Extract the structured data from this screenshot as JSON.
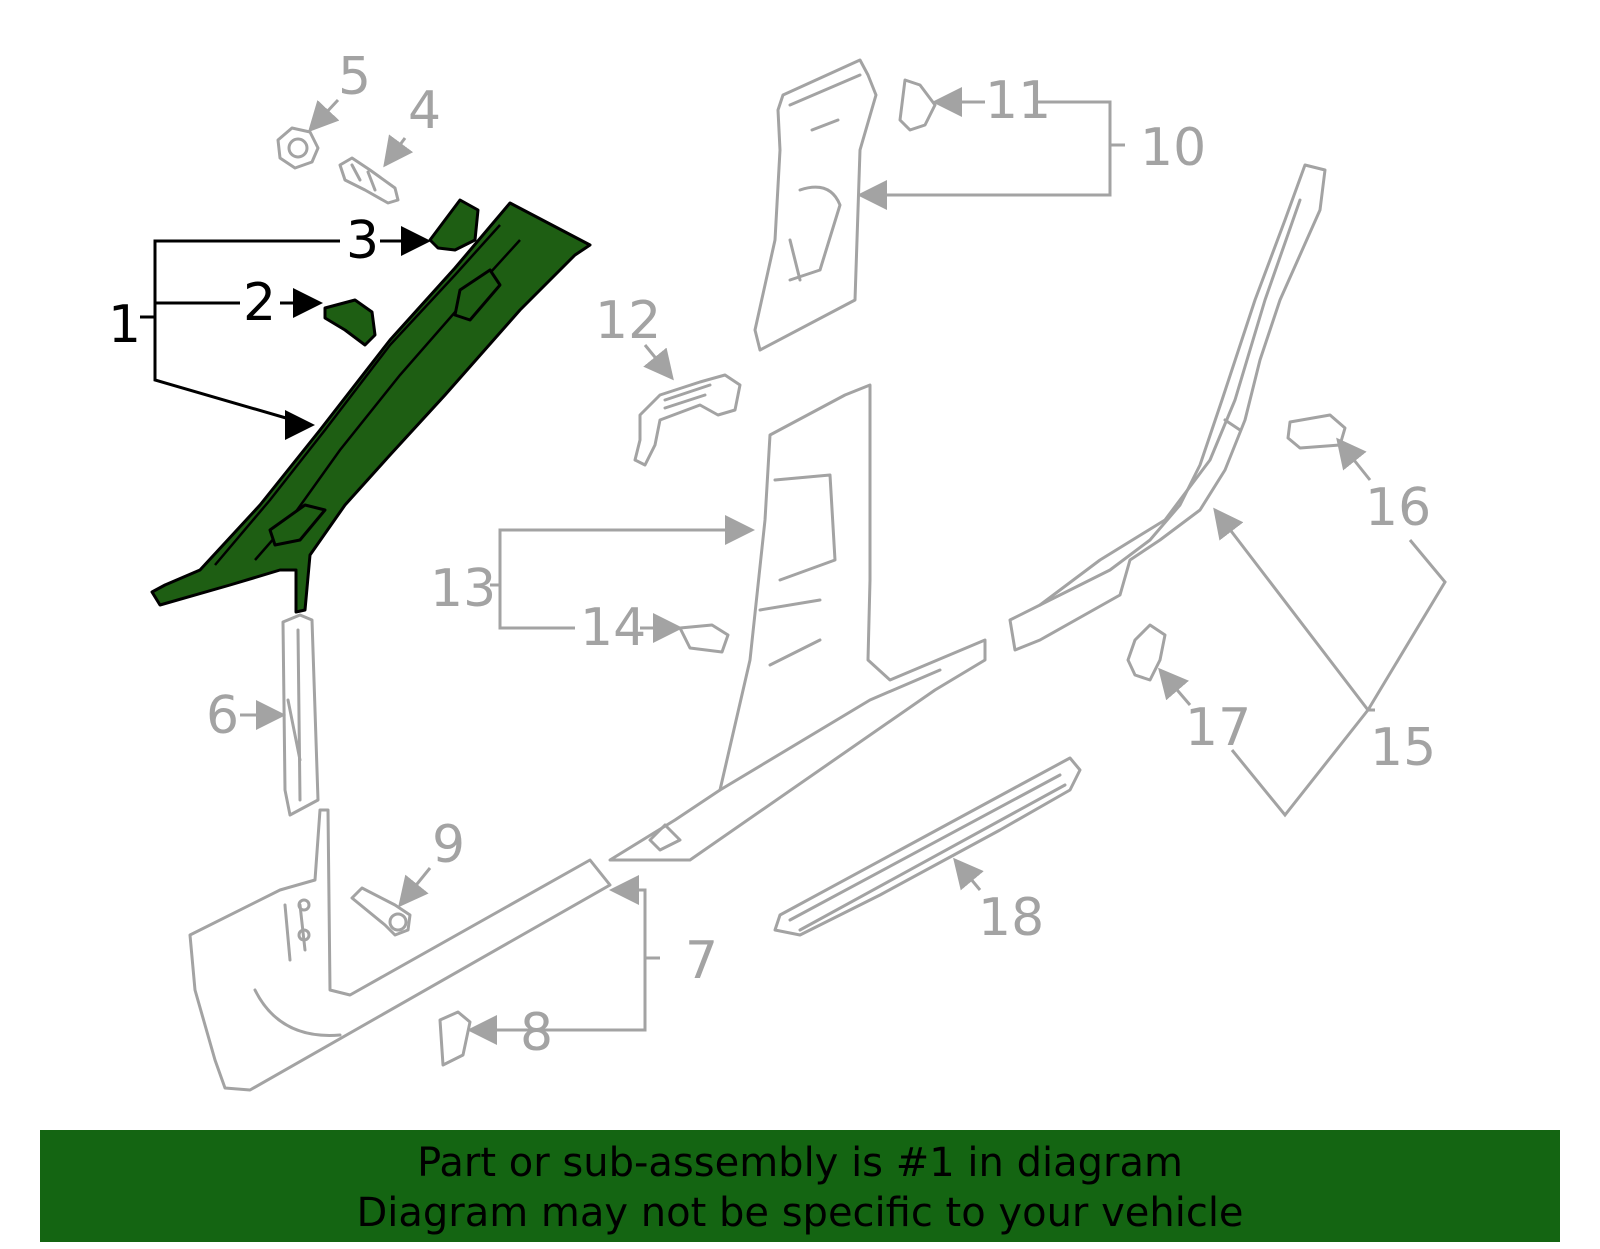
{
  "diagram": {
    "callouts": {
      "c1": "1",
      "c2": "2",
      "c3": "3",
      "c4": "4",
      "c5": "5",
      "c6": "6",
      "c7": "7",
      "c8": "8",
      "c9": "9",
      "c10": "10",
      "c11": "11",
      "c12": "12",
      "c13": "13",
      "c14": "14",
      "c15": "15",
      "c16": "16",
      "c17": "17",
      "c18": "18"
    },
    "highlight_color": "#1e5e13"
  },
  "banner": {
    "line1": "Part or sub-assembly is #1 in diagram",
    "line2": "Diagram may not be specific to your vehicle",
    "background_color": "#146512"
  }
}
